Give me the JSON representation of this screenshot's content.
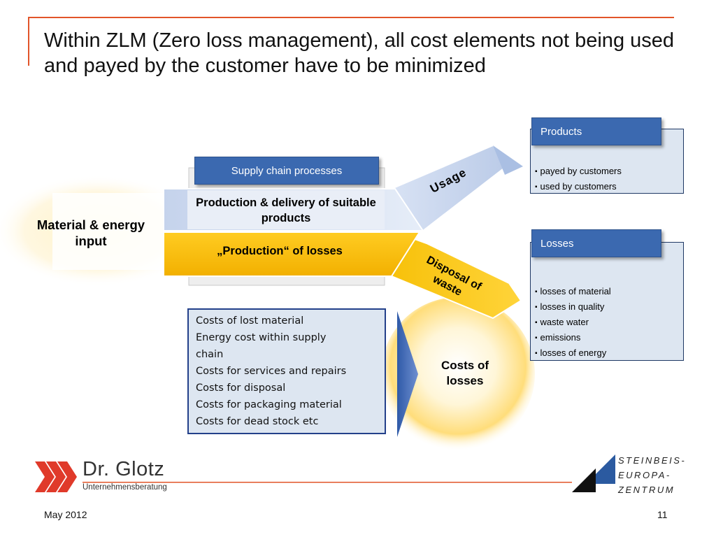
{
  "title": "Within ZLM (Zero loss management), all cost elements not being used and payed by the customer have to be minimized",
  "input_label": "Material & energy input",
  "supply_chain": {
    "header": "Supply chain processes",
    "production_row": "Production & delivery of suitable products",
    "losses_row": "„Production“ of losses"
  },
  "arrows": {
    "usage": "Usage",
    "disposal": "Disposal of waste"
  },
  "products": {
    "header": "Products",
    "items": [
      "payed by customers",
      "used by customers"
    ]
  },
  "losses": {
    "header": "Losses",
    "items": [
      "losses of material",
      "losses in quality",
      "waste water",
      "emissions",
      "losses of energy"
    ]
  },
  "costs_list": [
    "Costs of lost material",
    "Energy cost  within supply",
    "chain",
    "Costs for services and repairs",
    "Costs for disposal",
    "Costs for packaging material",
    "Costs for dead stock etc"
  ],
  "costs_of_losses": "Costs of losses",
  "logo_left": {
    "name": "Dr. Glotz",
    "sub": "Unternehmensberatung"
  },
  "logo_right": {
    "lines": [
      "STEINBEIS-",
      "EUROPA-",
      "ZENTRUM"
    ]
  },
  "footer": {
    "date": "May 2012",
    "page": "11"
  },
  "colors": {
    "accent": "#e2552a",
    "blue": "#3b69b0",
    "yellow": "#f5b800",
    "panel": "#dde6f1"
  }
}
